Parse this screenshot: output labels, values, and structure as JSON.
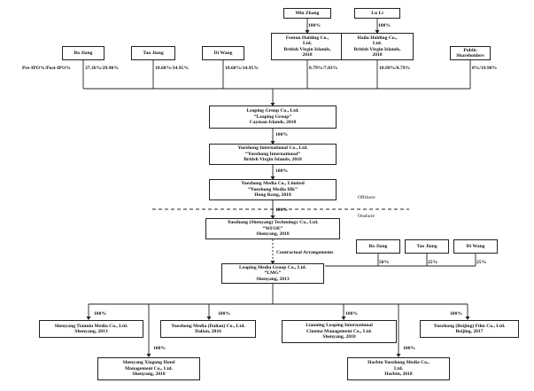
{
  "shareholders": {
    "min_zhang": "Min Zhang",
    "lu_li": "Lu Li",
    "bo_jiang": "Bo Jiang",
    "tao_jiang": "Tao Jiang",
    "di_wang": "Di Wang",
    "fenton": "Fenton Holding Co.,\nLtd.\nBritish Virgin Islands,\n2018",
    "hailu": "Hailu Holding Co.,\nLtd.\nBritish Virgin Islands,\n2018",
    "public": "Public\nShareholders"
  },
  "ownership": {
    "min_zhang_pct": "100%",
    "lu_li_pct": "100%",
    "row_label": "Pre-IPO%/Post-IPO%",
    "bo_jiang": "37.36%/29.90%",
    "tao_jiang": "18.68%/14.95%",
    "di_wang": "18.68%/14.95%",
    "fenton": "8.79%/7.03%",
    "hailu": "10.99%/8.79%",
    "public": "0%/19.98%"
  },
  "chain": {
    "leaping_group": "Leaping Group Co., Ltd.\n“Leaping Group”\nCayman Islands, 2018",
    "pct_1": "100%",
    "yuezhong_intl": "Yuezhong International Co., Ltd.\n“Yuezhong International”\nBritish Virgin Islands, 2018",
    "pct_2": "100%",
    "yuezhong_hk": "Yuezhong Media Co., Limited\n“Yuezhong Media HK”\nHong Kong, 2018",
    "offshore": "Offshore",
    "pct_3": "100%",
    "onshore": "Onshore",
    "wfoe": "Yuezhong (Shenyang) Technology Co., Ltd.\n“WFOE”\nShenyang, 2018",
    "contractual": "Contractual Arrangements",
    "lmg": "Leaping Media Group Co., Ltd.\n“LMG”\nShenyang, 2013"
  },
  "lmg_holders": {
    "bo_jiang": "Bo Jiang",
    "tao_jiang": "Tao Jiang",
    "di_wang": "Di Wang",
    "bo_jiang_pct": "50%",
    "tao_jiang_pct": "25%",
    "di_wang_pct": "25%"
  },
  "subsidiaries": {
    "tianniu": "Shenyang Tianniu Media Co., Ltd.\nShenyang, 2013",
    "tianniu_pct": "100%",
    "xiagong": "Shenyang Xiagong Hotel\nManagement Co., Ltd.\nShenyang, 2018",
    "xiagong_pct": "100%",
    "dalian": "Yuezhong Media (Dalian) Co., Ltd.\nDalian, 2016",
    "dalian_pct": "100%",
    "liaoning": "Liaoning Leaping International\nCinema Management Co., Ltd.\nShenyang, 2018",
    "liaoning_pct": "100%",
    "harbin": "Harbin Yuezhong Media Co.,\nLtd.\nHarbin, 2018",
    "harbin_pct": "100%",
    "beijing": "Yuezhong (Beijing) Film Co., Ltd.\nBeijing, 2017",
    "beijing_pct": "100%"
  },
  "colors": {
    "line": "#222222",
    "box_border": "#222222"
  }
}
